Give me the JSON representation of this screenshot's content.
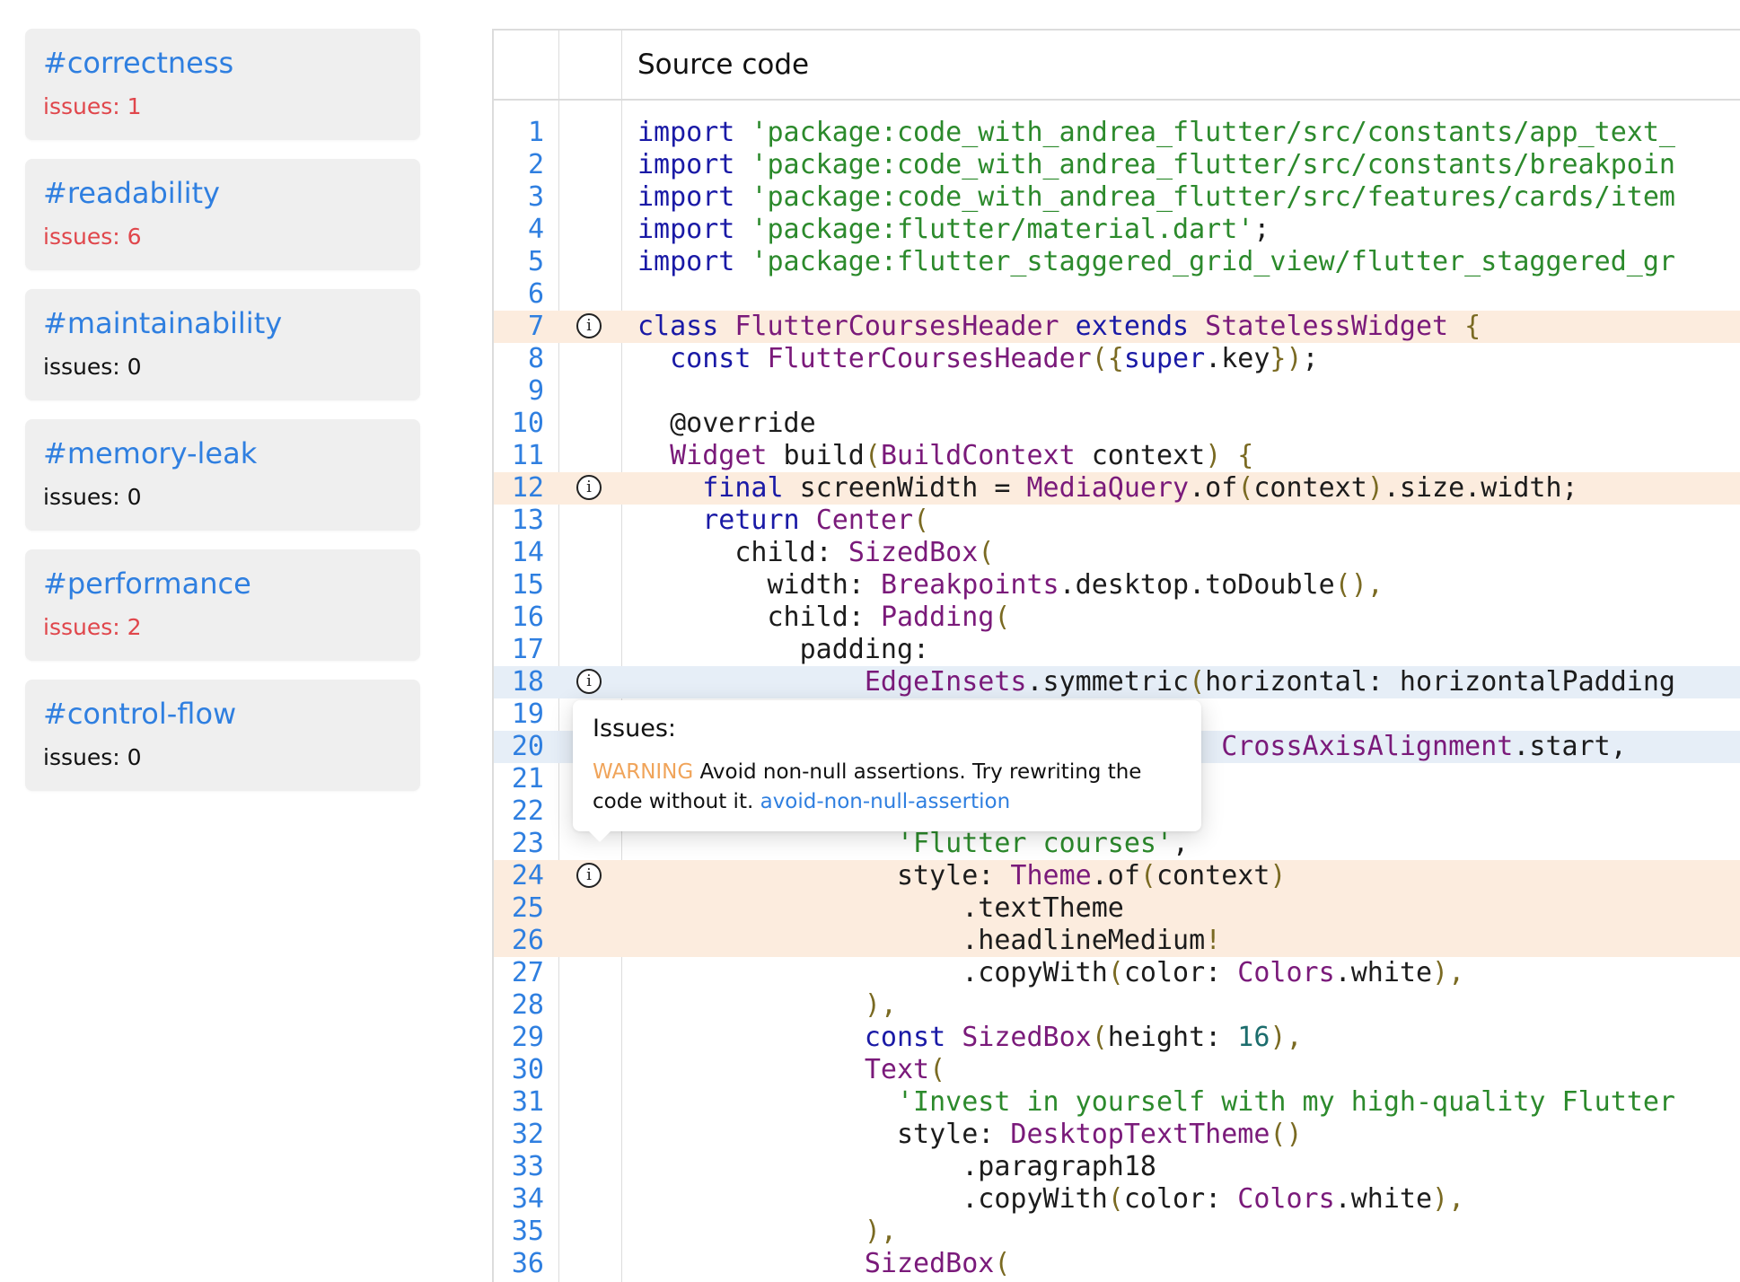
{
  "sidebar": {
    "categories": [
      {
        "tag": "#correctness",
        "issues_label": "issues:",
        "count": 1
      },
      {
        "tag": "#readability",
        "issues_label": "issues:",
        "count": 6
      },
      {
        "tag": "#maintainability",
        "issues_label": "issues:",
        "count": 0
      },
      {
        "tag": "#memory-leak",
        "issues_label": "issues:",
        "count": 0
      },
      {
        "tag": "#performance",
        "issues_label": "issues:",
        "count": 2
      },
      {
        "tag": "#control-flow",
        "issues_label": "issues:",
        "count": 0
      }
    ]
  },
  "viewer": {
    "header_title": "Source code",
    "lines": [
      {
        "n": 1,
        "hl": "",
        "icon": false,
        "tokens": [
          {
            "t": "import ",
            "c": "kw"
          },
          {
            "t": "'package:code_with_andrea_flutter/src/constants/app_text_",
            "c": "str"
          }
        ]
      },
      {
        "n": 2,
        "hl": "",
        "icon": false,
        "tokens": [
          {
            "t": "import ",
            "c": "kw"
          },
          {
            "t": "'package:code_with_andrea_flutter/src/constants/breakpoin",
            "c": "str"
          }
        ]
      },
      {
        "n": 3,
        "hl": "",
        "icon": false,
        "tokens": [
          {
            "t": "import ",
            "c": "kw"
          },
          {
            "t": "'package:code_with_andrea_flutter/src/features/cards/item",
            "c": "str"
          }
        ]
      },
      {
        "n": 4,
        "hl": "",
        "icon": false,
        "tokens": [
          {
            "t": "import ",
            "c": "kw"
          },
          {
            "t": "'package:flutter/material.dart'",
            "c": "str"
          },
          {
            "t": ";",
            "c": ""
          }
        ]
      },
      {
        "n": 5,
        "hl": "",
        "icon": false,
        "tokens": [
          {
            "t": "import ",
            "c": "kw"
          },
          {
            "t": "'package:flutter_staggered_grid_view/flutter_staggered_gr",
            "c": "str"
          }
        ]
      },
      {
        "n": 6,
        "hl": "",
        "icon": false,
        "tokens": []
      },
      {
        "n": 7,
        "hl": "warn",
        "icon": true,
        "tokens": [
          {
            "t": "class ",
            "c": "kw"
          },
          {
            "t": "FlutterCoursesHeader",
            "c": "type"
          },
          {
            "t": " extends ",
            "c": "kw"
          },
          {
            "t": "StatelessWidget",
            "c": "type"
          },
          {
            "t": " {",
            "c": "punc"
          }
        ]
      },
      {
        "n": 8,
        "hl": "",
        "icon": false,
        "tokens": [
          {
            "t": "  const ",
            "c": "kw"
          },
          {
            "t": "FlutterCoursesHeader",
            "c": "type"
          },
          {
            "t": "({",
            "c": "punc"
          },
          {
            "t": "super",
            "c": "kw"
          },
          {
            "t": ".key",
            "c": ""
          },
          {
            "t": "})",
            "c": "punc"
          },
          {
            "t": ";",
            "c": ""
          }
        ]
      },
      {
        "n": 9,
        "hl": "",
        "icon": false,
        "tokens": []
      },
      {
        "n": 10,
        "hl": "",
        "icon": false,
        "tokens": [
          {
            "t": "  @override",
            "c": ""
          }
        ]
      },
      {
        "n": 11,
        "hl": "",
        "icon": false,
        "tokens": [
          {
            "t": "  Widget",
            "c": "type"
          },
          {
            "t": " build",
            "c": ""
          },
          {
            "t": "(",
            "c": "punc"
          },
          {
            "t": "BuildContext",
            "c": "type"
          },
          {
            "t": " context",
            "c": ""
          },
          {
            "t": ") {",
            "c": "punc"
          }
        ]
      },
      {
        "n": 12,
        "hl": "warn",
        "icon": true,
        "tokens": [
          {
            "t": "    final ",
            "c": "kw"
          },
          {
            "t": "screenWidth = ",
            "c": ""
          },
          {
            "t": "MediaQuery",
            "c": "type"
          },
          {
            "t": ".of",
            "c": ""
          },
          {
            "t": "(",
            "c": "punc"
          },
          {
            "t": "context",
            "c": ""
          },
          {
            "t": ")",
            "c": "punc"
          },
          {
            "t": ".size.width;",
            "c": ""
          }
        ]
      },
      {
        "n": 13,
        "hl": "",
        "icon": false,
        "tokens": [
          {
            "t": "    return ",
            "c": "kw"
          },
          {
            "t": "Center",
            "c": "type"
          },
          {
            "t": "(",
            "c": "punc"
          }
        ]
      },
      {
        "n": 14,
        "hl": "",
        "icon": false,
        "tokens": [
          {
            "t": "      child: ",
            "c": ""
          },
          {
            "t": "SizedBox",
            "c": "type"
          },
          {
            "t": "(",
            "c": "punc"
          }
        ]
      },
      {
        "n": 15,
        "hl": "",
        "icon": false,
        "tokens": [
          {
            "t": "        width: ",
            "c": ""
          },
          {
            "t": "Breakpoints",
            "c": "type"
          },
          {
            "t": ".desktop.toDouble",
            "c": ""
          },
          {
            "t": "(),",
            "c": "punc"
          }
        ]
      },
      {
        "n": 16,
        "hl": "",
        "icon": false,
        "tokens": [
          {
            "t": "        child: ",
            "c": ""
          },
          {
            "t": "Padding",
            "c": "type"
          },
          {
            "t": "(",
            "c": "punc"
          }
        ]
      },
      {
        "n": 17,
        "hl": "",
        "icon": false,
        "tokens": [
          {
            "t": "          padding:",
            "c": ""
          }
        ]
      },
      {
        "n": 18,
        "hl": "info",
        "icon": true,
        "tokens": [
          {
            "t": "              EdgeInsets",
            "c": "type"
          },
          {
            "t": ".symmetric",
            "c": ""
          },
          {
            "t": "(",
            "c": "punc"
          },
          {
            "t": "horizontal: horizontalPadding",
            "c": ""
          }
        ]
      },
      {
        "n": 19,
        "hl": "",
        "icon": false,
        "tokens": []
      },
      {
        "n": 20,
        "hl": "info",
        "icon": false,
        "tokens": [
          {
            "t": "                                    CrossAxisAlignment",
            "c": "type"
          },
          {
            "t": ".start,",
            "c": ""
          }
        ]
      },
      {
        "n": 21,
        "hl": "",
        "icon": false,
        "tokens": []
      },
      {
        "n": 22,
        "hl": "",
        "icon": false,
        "tokens": []
      },
      {
        "n": 23,
        "hl": "",
        "icon": false,
        "tokens": [
          {
            "t": "                'Flutter courses'",
            "c": "str"
          },
          {
            "t": ",",
            "c": ""
          }
        ]
      },
      {
        "n": 24,
        "hl": "warn",
        "icon": true,
        "tokens": [
          {
            "t": "                style: ",
            "c": ""
          },
          {
            "t": "Theme",
            "c": "type"
          },
          {
            "t": ".of",
            "c": ""
          },
          {
            "t": "(",
            "c": "punc"
          },
          {
            "t": "context",
            "c": ""
          },
          {
            "t": ")",
            "c": "punc"
          }
        ]
      },
      {
        "n": 25,
        "hl": "warn",
        "icon": false,
        "tokens": [
          {
            "t": "                    .textTheme",
            "c": ""
          }
        ]
      },
      {
        "n": 26,
        "hl": "warn",
        "icon": false,
        "tokens": [
          {
            "t": "                    .headlineMedium",
            "c": ""
          },
          {
            "t": "!",
            "c": "punc"
          }
        ]
      },
      {
        "n": 27,
        "hl": "",
        "icon": false,
        "tokens": [
          {
            "t": "                    .copyWith",
            "c": ""
          },
          {
            "t": "(",
            "c": "punc"
          },
          {
            "t": "color: ",
            "c": ""
          },
          {
            "t": "Colors",
            "c": "type"
          },
          {
            "t": ".white",
            "c": ""
          },
          {
            "t": "),",
            "c": "punc"
          }
        ]
      },
      {
        "n": 28,
        "hl": "",
        "icon": false,
        "tokens": [
          {
            "t": "              ),",
            "c": "punc"
          }
        ]
      },
      {
        "n": 29,
        "hl": "",
        "icon": false,
        "tokens": [
          {
            "t": "              const ",
            "c": "kw"
          },
          {
            "t": "SizedBox",
            "c": "type"
          },
          {
            "t": "(",
            "c": "punc"
          },
          {
            "t": "height: ",
            "c": ""
          },
          {
            "t": "16",
            "c": "num"
          },
          {
            "t": "),",
            "c": "punc"
          }
        ]
      },
      {
        "n": 30,
        "hl": "",
        "icon": false,
        "tokens": [
          {
            "t": "              Text",
            "c": "type"
          },
          {
            "t": "(",
            "c": "punc"
          }
        ]
      },
      {
        "n": 31,
        "hl": "",
        "icon": false,
        "tokens": [
          {
            "t": "                'Invest in yourself with my high-quality Flutter",
            "c": "str"
          }
        ]
      },
      {
        "n": 32,
        "hl": "",
        "icon": false,
        "tokens": [
          {
            "t": "                style: ",
            "c": ""
          },
          {
            "t": "DesktopTextTheme",
            "c": "type"
          },
          {
            "t": "()",
            "c": "punc"
          }
        ]
      },
      {
        "n": 33,
        "hl": "",
        "icon": false,
        "tokens": [
          {
            "t": "                    .paragraph18",
            "c": ""
          }
        ]
      },
      {
        "n": 34,
        "hl": "",
        "icon": false,
        "tokens": [
          {
            "t": "                    .copyWith",
            "c": ""
          },
          {
            "t": "(",
            "c": "punc"
          },
          {
            "t": "color: ",
            "c": ""
          },
          {
            "t": "Colors",
            "c": "type"
          },
          {
            "t": ".white",
            "c": ""
          },
          {
            "t": "),",
            "c": "punc"
          }
        ]
      },
      {
        "n": 35,
        "hl": "",
        "icon": false,
        "tokens": [
          {
            "t": "              ),",
            "c": "punc"
          }
        ]
      },
      {
        "n": 36,
        "hl": "",
        "icon": false,
        "tokens": [
          {
            "t": "              SizedBox",
            "c": "type"
          },
          {
            "t": "(",
            "c": "punc"
          }
        ]
      }
    ]
  },
  "tooltip": {
    "title": "Issues:",
    "level": "WARNING",
    "message": "Avoid non-null assertions. Try rewriting the code without it.",
    "rule": "avoid-non-null-assertion"
  },
  "icons": {
    "gutter_issue": "info-circle-icon"
  },
  "colors": {
    "link": "#2f7fe0",
    "issue_count": "#e0464b",
    "warning": "#f0a45a",
    "warn_highlight": "#fcecde",
    "info_highlight": "#e6eef7",
    "keyword": "#1a1aa6",
    "string": "#2c8a2c",
    "type": "#7a1a7a"
  }
}
